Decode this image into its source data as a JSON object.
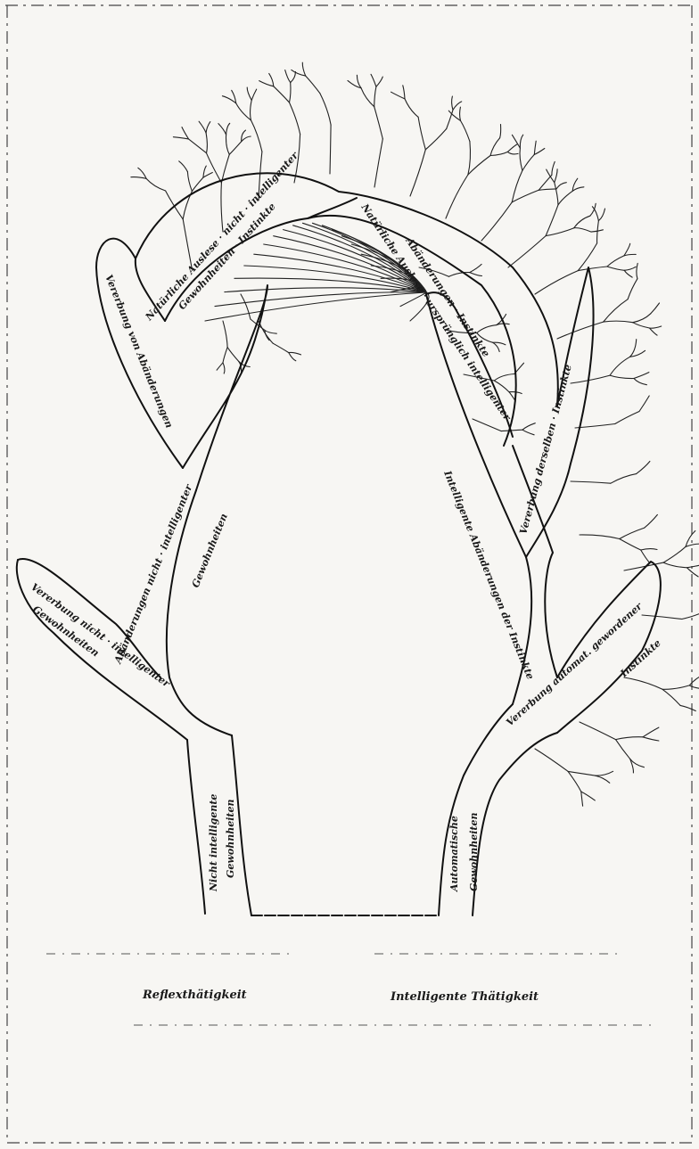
{
  "labels": {
    "crown_left": "Natürliche Auslese · nicht · intelligenter",
    "crown_left_2": "Gewohnheiten · Instinkte",
    "crown_right": "Natürliche Auslese · ursprünglich intelligenter",
    "crown_right_2": "Abänderungen · Instinkte",
    "left_upper_branch": "Vererbung von Abänderungen",
    "left_mid_branch": "Abänderungen nicht · intelligenter",
    "left_mid_branch_2": "Gewohnheiten",
    "left_lower_branch": "Vererbung nicht · intelligenter",
    "left_lower_branch_2": "Gewohnheiten",
    "right_upper_branch": "Vererbung derselben · Instinkte",
    "right_inner_branch": "Intelligente Abänderungen der Instinkte",
    "right_lower_branch": "Vererbung automat. gewordener",
    "right_lower_branch_2": "Instinkte",
    "left_trunk": "Nicht intelligente",
    "left_trunk_2": "Gewohnheiten",
    "right_trunk": "Automatische",
    "right_trunk_2": "Gewohnheiten",
    "base_left": "Reflexthätigkeit",
    "base_right": "Intelligente Thätigkeit"
  }
}
